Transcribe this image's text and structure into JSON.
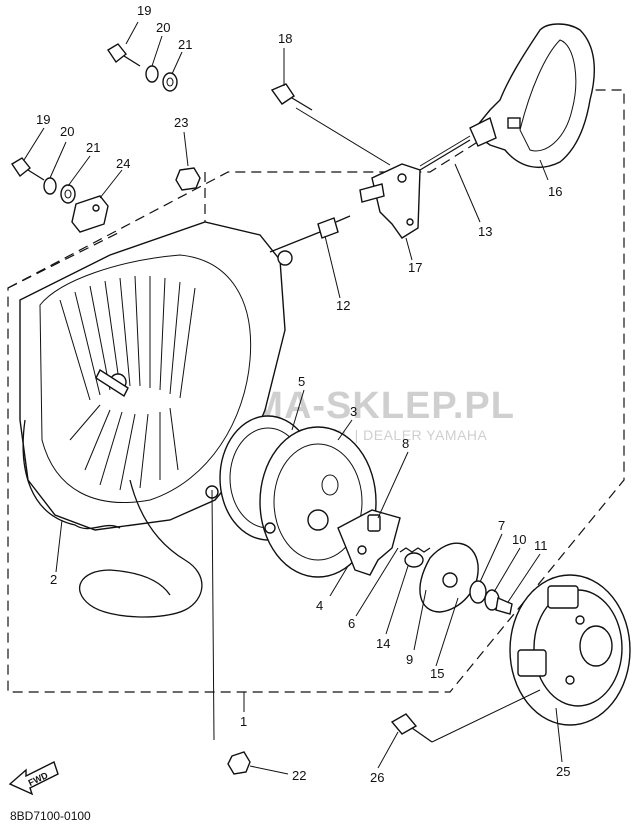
{
  "diagram": {
    "reference_code": "8BD7100-0100",
    "watermark": {
      "brand": "YAMA-SKLEP.PL",
      "tagline": "WOŁOMIN | KOŁBIEL | DEALER YAMAHA"
    },
    "fwd_label": "FWD",
    "callouts": [
      {
        "id": "c1",
        "label": "1"
      },
      {
        "id": "c2",
        "label": "2"
      },
      {
        "id": "c3",
        "label": "3"
      },
      {
        "id": "c4",
        "label": "4"
      },
      {
        "id": "c5",
        "label": "5"
      },
      {
        "id": "c6",
        "label": "6"
      },
      {
        "id": "c7",
        "label": "7"
      },
      {
        "id": "c8",
        "label": "8"
      },
      {
        "id": "c9",
        "label": "9"
      },
      {
        "id": "c10",
        "label": "10"
      },
      {
        "id": "c11",
        "label": "11"
      },
      {
        "id": "c12",
        "label": "12"
      },
      {
        "id": "c13",
        "label": "13"
      },
      {
        "id": "c14",
        "label": "14"
      },
      {
        "id": "c15",
        "label": "15"
      },
      {
        "id": "c16",
        "label": "16"
      },
      {
        "id": "c17",
        "label": "17"
      },
      {
        "id": "c18",
        "label": "18"
      },
      {
        "id": "c19a",
        "label": "19"
      },
      {
        "id": "c20a",
        "label": "20"
      },
      {
        "id": "c21a",
        "label": "21"
      },
      {
        "id": "c19b",
        "label": "19"
      },
      {
        "id": "c20b",
        "label": "20"
      },
      {
        "id": "c21b",
        "label": "21"
      },
      {
        "id": "c22",
        "label": "22"
      },
      {
        "id": "c23",
        "label": "23"
      },
      {
        "id": "c24",
        "label": "24"
      },
      {
        "id": "c25",
        "label": "25"
      },
      {
        "id": "c26",
        "label": "26"
      }
    ]
  }
}
